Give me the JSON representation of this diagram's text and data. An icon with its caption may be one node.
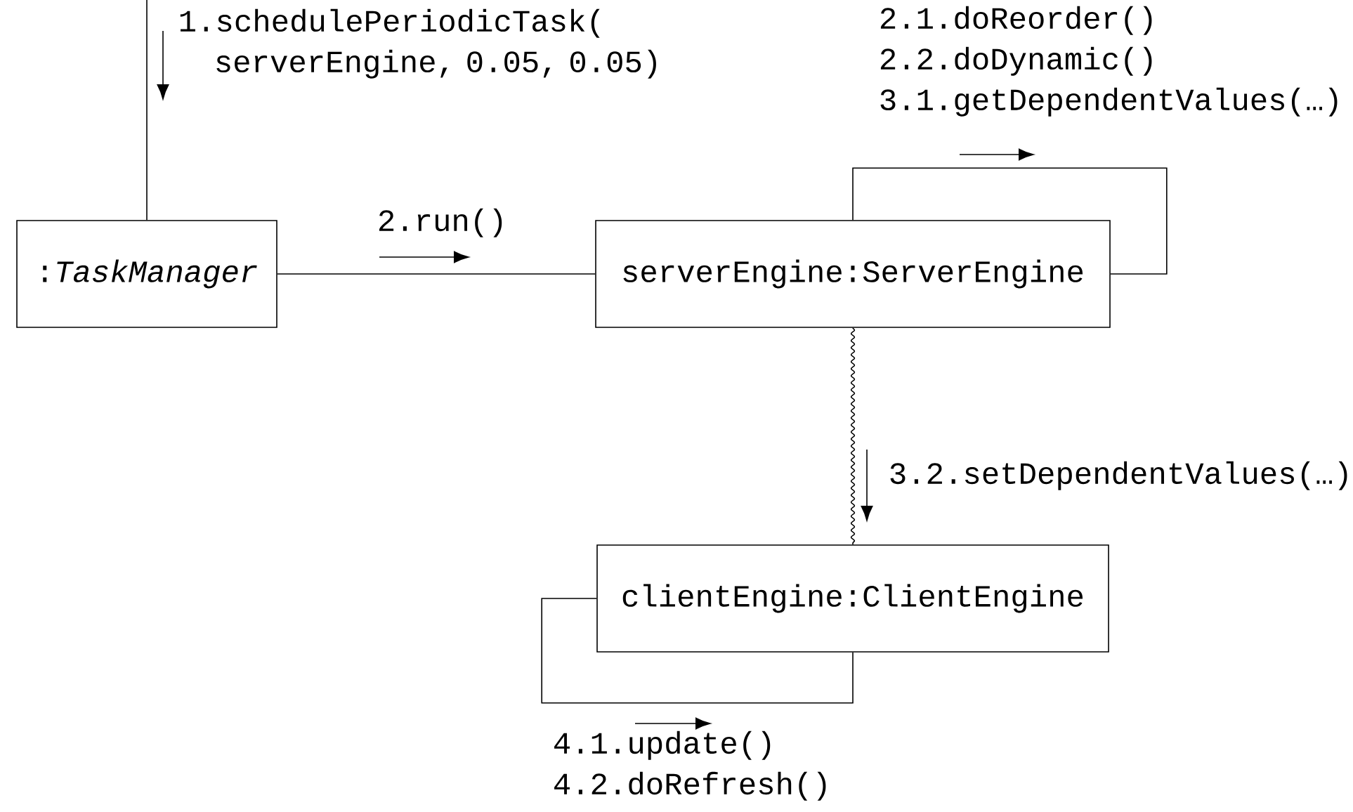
{
  "diagram": {
    "nodes": [
      {
        "text": [
          ":*TaskManager*"
        ]
      },
      {
        "text": [
          "serverEngine:ServerEngine"
        ]
      },
      {
        "text": [
          "clientEngine:ClientEngine"
        ]
      }
    ],
    "edges": [
      {
        "from": null,
        "to": 0,
        "arrow": "none",
        "label": "1.schedulePeriodicTask( serverEngine, 0.05, 0.05)"
      },
      {
        "from": 0,
        "to": 1,
        "arrow": "none",
        "label": "2.run()"
      },
      {
        "from": 1,
        "to": 1,
        "arrow": "none",
        "label": "2.1.doReorder() 2.2.doDynamic() 3.1.getDependentValues(…)"
      },
      {
        "from": 1,
        "to": 2,
        "arrow": "none",
        "label": "3.2.setDependentValues(…)"
      },
      {
        "from": 2,
        "to": 2,
        "arrow": "none",
        "label": "4.1.update() 4.2.doRefresh()"
      }
    ]
  }
}
